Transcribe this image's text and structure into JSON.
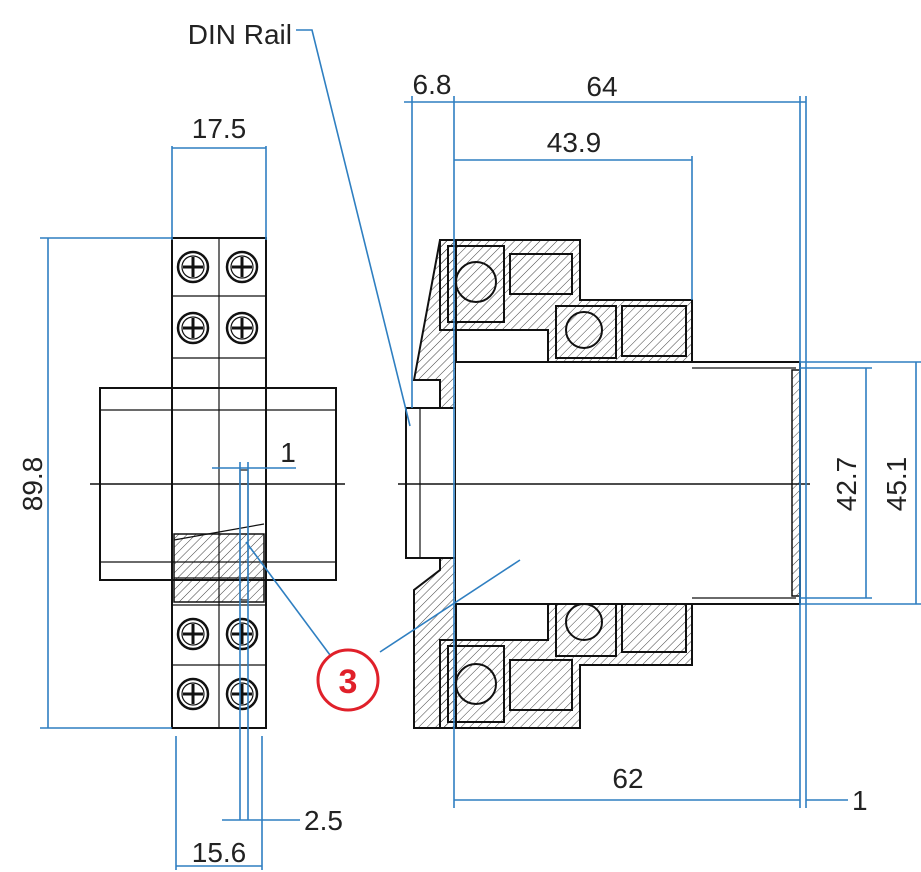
{
  "labels": {
    "din_rail": "DIN Rail",
    "callout": "3"
  },
  "dims": {
    "w_17_5": "17.5",
    "h_89_8": "89.8",
    "gap_1": "1",
    "w_15_6": "15.6",
    "w_2_5": "2.5",
    "w_6_8": "6.8",
    "w_64": "64",
    "w_43_9": "43.9",
    "h_42_7": "42.7",
    "h_45_1": "45.1",
    "w_62": "62",
    "w_1_right": "1"
  },
  "colors": {
    "dimension_line": "#2f7fc1",
    "callout": "#e0202a",
    "drawing": "#111111"
  }
}
